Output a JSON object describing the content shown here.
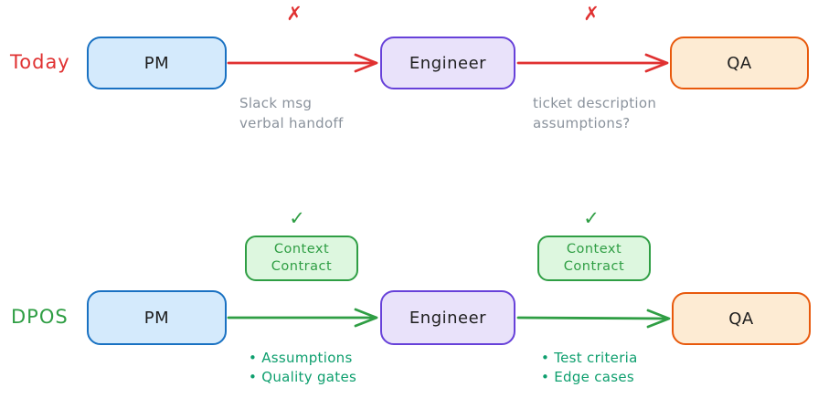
{
  "colors": {
    "red": "#e03131",
    "green": "#2f9e44",
    "teal": "#0e9f6e",
    "gray": "#8a929c",
    "blue-stroke": "#1971c2",
    "blue-fill": "#d4eafc",
    "purple-stroke": "#6741d9",
    "purple-fill": "#e9e2fa",
    "orange-stroke": "#e8590c",
    "orange-fill": "#fdebd3",
    "green-fill": "#ddf7df",
    "ink": "#1e1e1e"
  },
  "rows": {
    "today": {
      "label": "Today",
      "nodes": {
        "pm": "PM",
        "engineer": "Engineer",
        "qa": "QA"
      },
      "marks": {
        "arrow1": "✗",
        "arrow2": "✗"
      },
      "note1": {
        "line1": "Slack msg",
        "line2": "verbal handoff"
      },
      "note2": {
        "line1": "ticket description",
        "line2": "assumptions?"
      }
    },
    "dpos": {
      "label": "DPOS",
      "nodes": {
        "pm": "PM",
        "engineer": "Engineer",
        "qa": "QA"
      },
      "marks": {
        "arrow1": "✓",
        "arrow2": "✓"
      },
      "contract1": {
        "line1": "Context",
        "line2": "Contract"
      },
      "contract2": {
        "line1": "Context",
        "line2": "Contract"
      },
      "bullets1": {
        "line1": "• Assumptions",
        "line2": "• Quality gates"
      },
      "bullets2": {
        "line1": "• Test criteria",
        "line2": "• Edge cases"
      }
    }
  }
}
